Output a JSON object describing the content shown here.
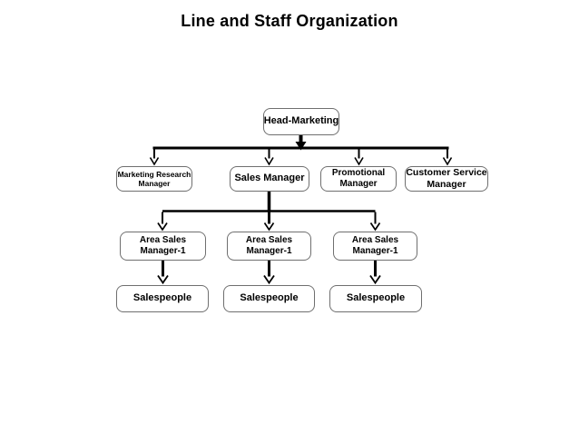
{
  "title": "Line and Staff Organization",
  "colors": {
    "background": "#ffffff",
    "connector_line": "#000000",
    "box_border": "#6f6f6f",
    "text": "#000000"
  },
  "nodes": {
    "head": {
      "lines": [
        "Head-Marketing"
      ]
    },
    "marketing_research": {
      "lines": [
        "Marketing Research",
        "Manager"
      ]
    },
    "sales_manager": {
      "lines": [
        "Sales Manager"
      ]
    },
    "promotional": {
      "lines": [
        "Promotional",
        "Manager"
      ]
    },
    "customer_service": {
      "lines": [
        "Customer Service",
        "Manager"
      ]
    },
    "area_sales_1": {
      "lines": [
        "Area Sales",
        "Manager-1"
      ]
    },
    "area_sales_2": {
      "lines": [
        "Area Sales",
        "Manager-1"
      ]
    },
    "area_sales_3": {
      "lines": [
        "Area Sales",
        "Manager-1"
      ]
    },
    "salespeople_1": {
      "lines": [
        "Salespeople"
      ]
    },
    "salespeople_2": {
      "lines": [
        "Salespeople"
      ]
    },
    "salespeople_3": {
      "lines": [
        "Salespeople"
      ]
    }
  },
  "edges": [
    {
      "from": "head",
      "to": "marketing_research"
    },
    {
      "from": "head",
      "to": "sales_manager"
    },
    {
      "from": "head",
      "to": "promotional"
    },
    {
      "from": "head",
      "to": "customer_service"
    },
    {
      "from": "sales_manager",
      "to": "area_sales_1"
    },
    {
      "from": "sales_manager",
      "to": "area_sales_2"
    },
    {
      "from": "sales_manager",
      "to": "area_sales_3"
    },
    {
      "from": "area_sales_1",
      "to": "salespeople_1"
    },
    {
      "from": "area_sales_2",
      "to": "salespeople_2"
    },
    {
      "from": "area_sales_3",
      "to": "salespeople_3"
    }
  ]
}
